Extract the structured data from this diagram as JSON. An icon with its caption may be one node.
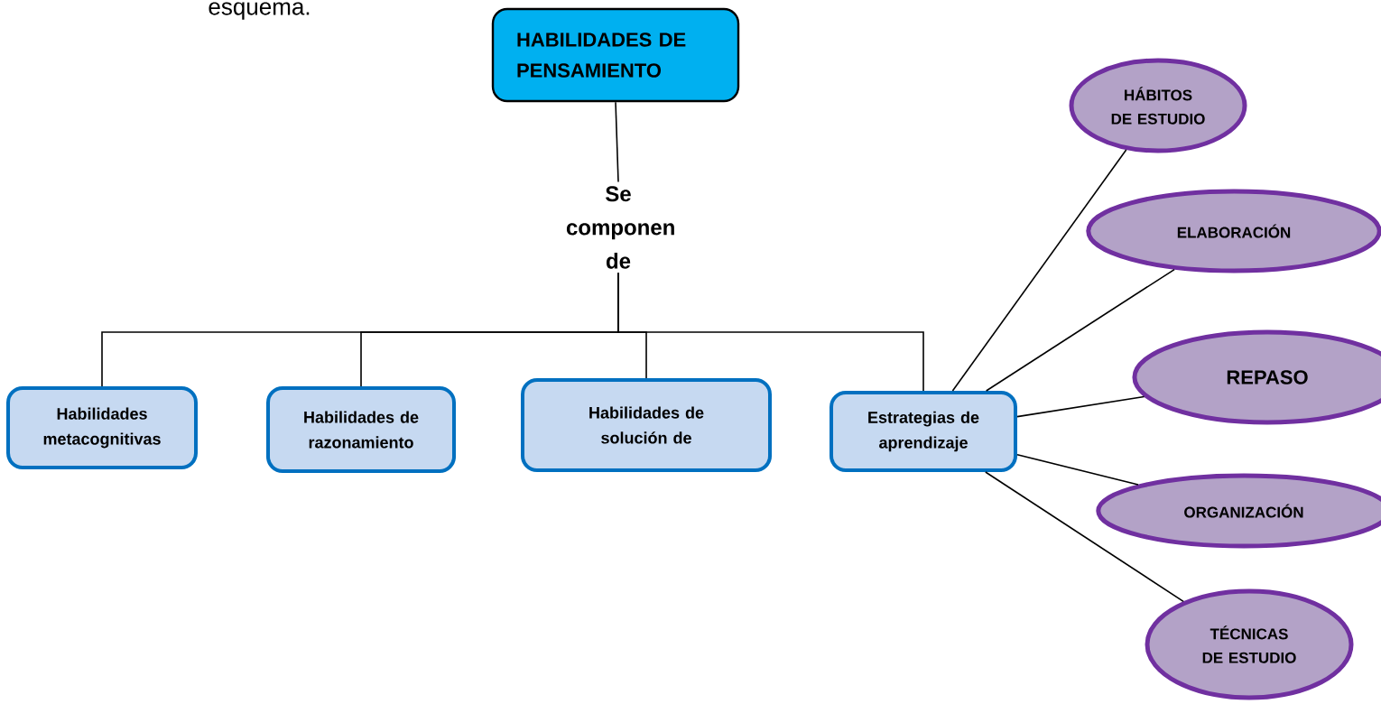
{
  "diagram": {
    "nodes": [
      {
        "text": [
          "HABILIDADES DE PENSAMIENTO"
        ]
      },
      {
        "text": [
          "Se componen de"
        ]
      },
      {
        "text": [
          "Habilidades metacognitivas"
        ]
      },
      {
        "text": [
          "Habilidades de razonamiento"
        ]
      },
      {
        "text": [
          "Habilidades de solución de"
        ]
      },
      {
        "text": [
          "Estrategias de aprendizaje"
        ]
      },
      {
        "text": [
          "HÁBITOS DE ESTUDIO"
        ]
      },
      {
        "text": [
          "ELABORACIÓN"
        ]
      },
      {
        "text": [
          "REPASO"
        ]
      },
      {
        "text": [
          "ORGANIZACIÓN"
        ]
      },
      {
        "text": [
          "TÉCNICAS DE ESTUDIO"
        ]
      }
    ],
    "edges": [
      {
        "from": 0,
        "to": 1,
        "arrow": "none"
      },
      {
        "from": 1,
        "to": 2,
        "arrow": "none"
      },
      {
        "from": 1,
        "to": 3,
        "arrow": "none"
      },
      {
        "from": 1,
        "to": 4,
        "arrow": "none"
      },
      {
        "from": 1,
        "to": 5,
        "arrow": "none"
      },
      {
        "from": 5,
        "to": 6,
        "arrow": "none"
      },
      {
        "from": 5,
        "to": 7,
        "arrow": "none"
      },
      {
        "from": 5,
        "to": 8,
        "arrow": "none"
      },
      {
        "from": 5,
        "to": 9,
        "arrow": "none"
      },
      {
        "from": 5,
        "to": 10,
        "arrow": "none"
      }
    ],
    "labels": [
      "esquema."
    ]
  }
}
